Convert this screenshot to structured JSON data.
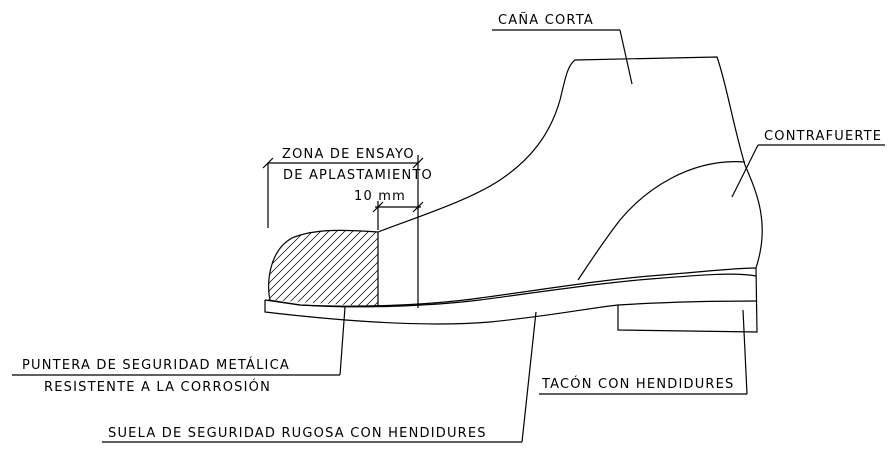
{
  "labels": {
    "cana_corta": "CAÑA CORTA",
    "contrafuerte": "CONTRAFUERTE",
    "zona_line1": "ZONA DE ENSAYO",
    "zona_line2": "DE APLASTAMIENTO",
    "dim_10mm": "10 mm",
    "puntera_line1": "PUNTERA DE SEGURIDAD METÁLICA",
    "puntera_line2": "RESISTENTE A LA CORROSIÓN",
    "tacon": "TACÓN CON HENDIDURES",
    "suela": "SUELA DE SEGURIDAD RUGOSA CON HENDIDURES"
  }
}
